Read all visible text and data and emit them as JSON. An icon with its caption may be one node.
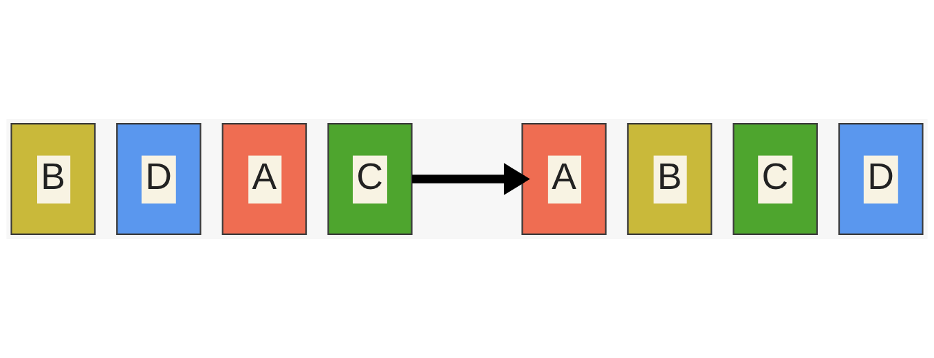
{
  "diagram": {
    "nodes": [
      {
        "text": [
          "B"
        ]
      },
      {
        "text": [
          "D"
        ]
      },
      {
        "text": [
          "A"
        ]
      },
      {
        "text": [
          "C"
        ]
      },
      {
        "text": [
          "A"
        ]
      },
      {
        "text": [
          "B"
        ]
      },
      {
        "text": [
          "C"
        ]
      },
      {
        "text": [
          "D"
        ]
      }
    ],
    "edges": [
      {
        "from": 3,
        "to": 4,
        "arrow": "to"
      }
    ]
  }
}
